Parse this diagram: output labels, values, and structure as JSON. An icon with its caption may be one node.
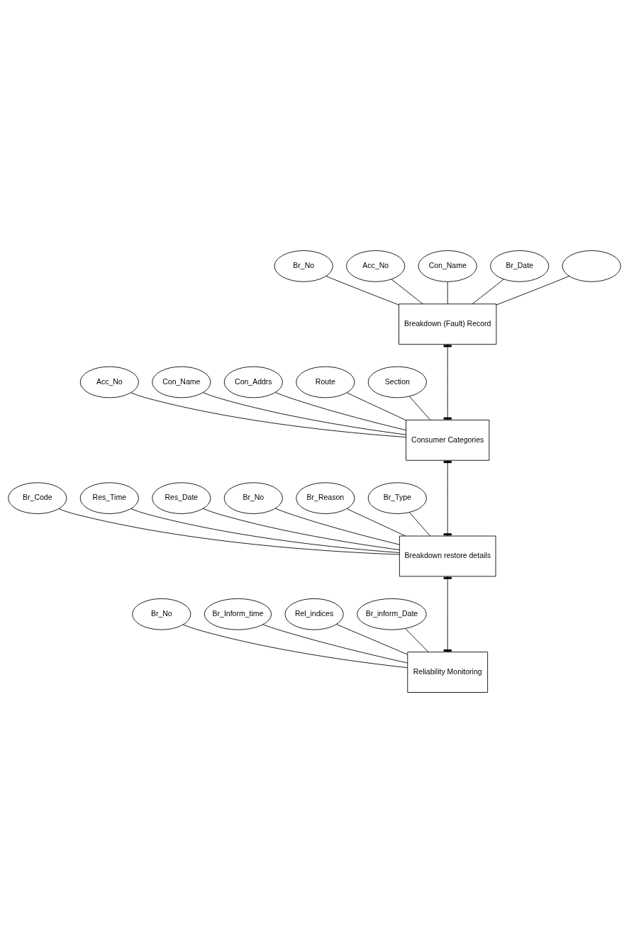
{
  "diagram": {
    "nodes": [
      {
        "text": [
          "Breakdown (Fault) Record"
        ]
      },
      {
        "text": [
          "Br_No"
        ]
      },
      {
        "text": [
          "Acc_No"
        ]
      },
      {
        "text": [
          "Con_Name"
        ]
      },
      {
        "text": [
          "Br_Date"
        ]
      },
      {
        "text": [],
        "shape": "ellipse"
      },
      {
        "text": [
          "Consumer Categories"
        ]
      },
      {
        "text": [
          "Acc_No"
        ]
      },
      {
        "text": [
          "Con_Name"
        ]
      },
      {
        "text": [
          "Con_Addrs"
        ]
      },
      {
        "text": [
          "Route"
        ]
      },
      {
        "text": [
          "Section"
        ]
      },
      {
        "text": [
          "Breakdown restore details"
        ]
      },
      {
        "text": [
          "Br_Code"
        ]
      },
      {
        "text": [
          "Res_Time"
        ]
      },
      {
        "text": [
          "Res_Date"
        ]
      },
      {
        "text": [
          "Br_No"
        ]
      },
      {
        "text": [
          "Br_Reason"
        ]
      },
      {
        "text": [
          "Br_Type"
        ]
      },
      {
        "text": [
          "Reliability Monitoring"
        ]
      },
      {
        "text": [
          "Br_No"
        ]
      },
      {
        "text": [
          "Br_Inform_time"
        ]
      },
      {
        "text": [
          "Rel_indices"
        ]
      },
      {
        "text": [
          "Br_inform_Date"
        ]
      }
    ],
    "edges": [
      {
        "from": 1,
        "to": 0,
        "arrow": "none"
      },
      {
        "from": 2,
        "to": 0,
        "arrow": "none"
      },
      {
        "from": 3,
        "to": 0,
        "arrow": "none"
      },
      {
        "from": 4,
        "to": 0,
        "arrow": "none"
      },
      {
        "from": 5,
        "to": 0,
        "arrow": "none"
      },
      {
        "from": 0,
        "to": 6,
        "arrow": "other"
      },
      {
        "from": 7,
        "to": 6,
        "arrow": "none"
      },
      {
        "from": 8,
        "to": 6,
        "arrow": "none"
      },
      {
        "from": 9,
        "to": 6,
        "arrow": "none"
      },
      {
        "from": 10,
        "to": 6,
        "arrow": "none"
      },
      {
        "from": 11,
        "to": 6,
        "arrow": "none"
      },
      {
        "from": 6,
        "to": 12,
        "arrow": "other"
      },
      {
        "from": 13,
        "to": 12,
        "arrow": "none"
      },
      {
        "from": 14,
        "to": 12,
        "arrow": "none"
      },
      {
        "from": 15,
        "to": 12,
        "arrow": "none"
      },
      {
        "from": 16,
        "to": 12,
        "arrow": "none"
      },
      {
        "from": 17,
        "to": 12,
        "arrow": "none"
      },
      {
        "from": 18,
        "to": 12,
        "arrow": "none"
      },
      {
        "from": 12,
        "to": 19,
        "arrow": "other"
      },
      {
        "from": 20,
        "to": 19,
        "arrow": "none"
      },
      {
        "from": 21,
        "to": 19,
        "arrow": "none"
      },
      {
        "from": 22,
        "to": 19,
        "arrow": "none"
      },
      {
        "from": 23,
        "to": 19,
        "arrow": "none"
      }
    ]
  }
}
